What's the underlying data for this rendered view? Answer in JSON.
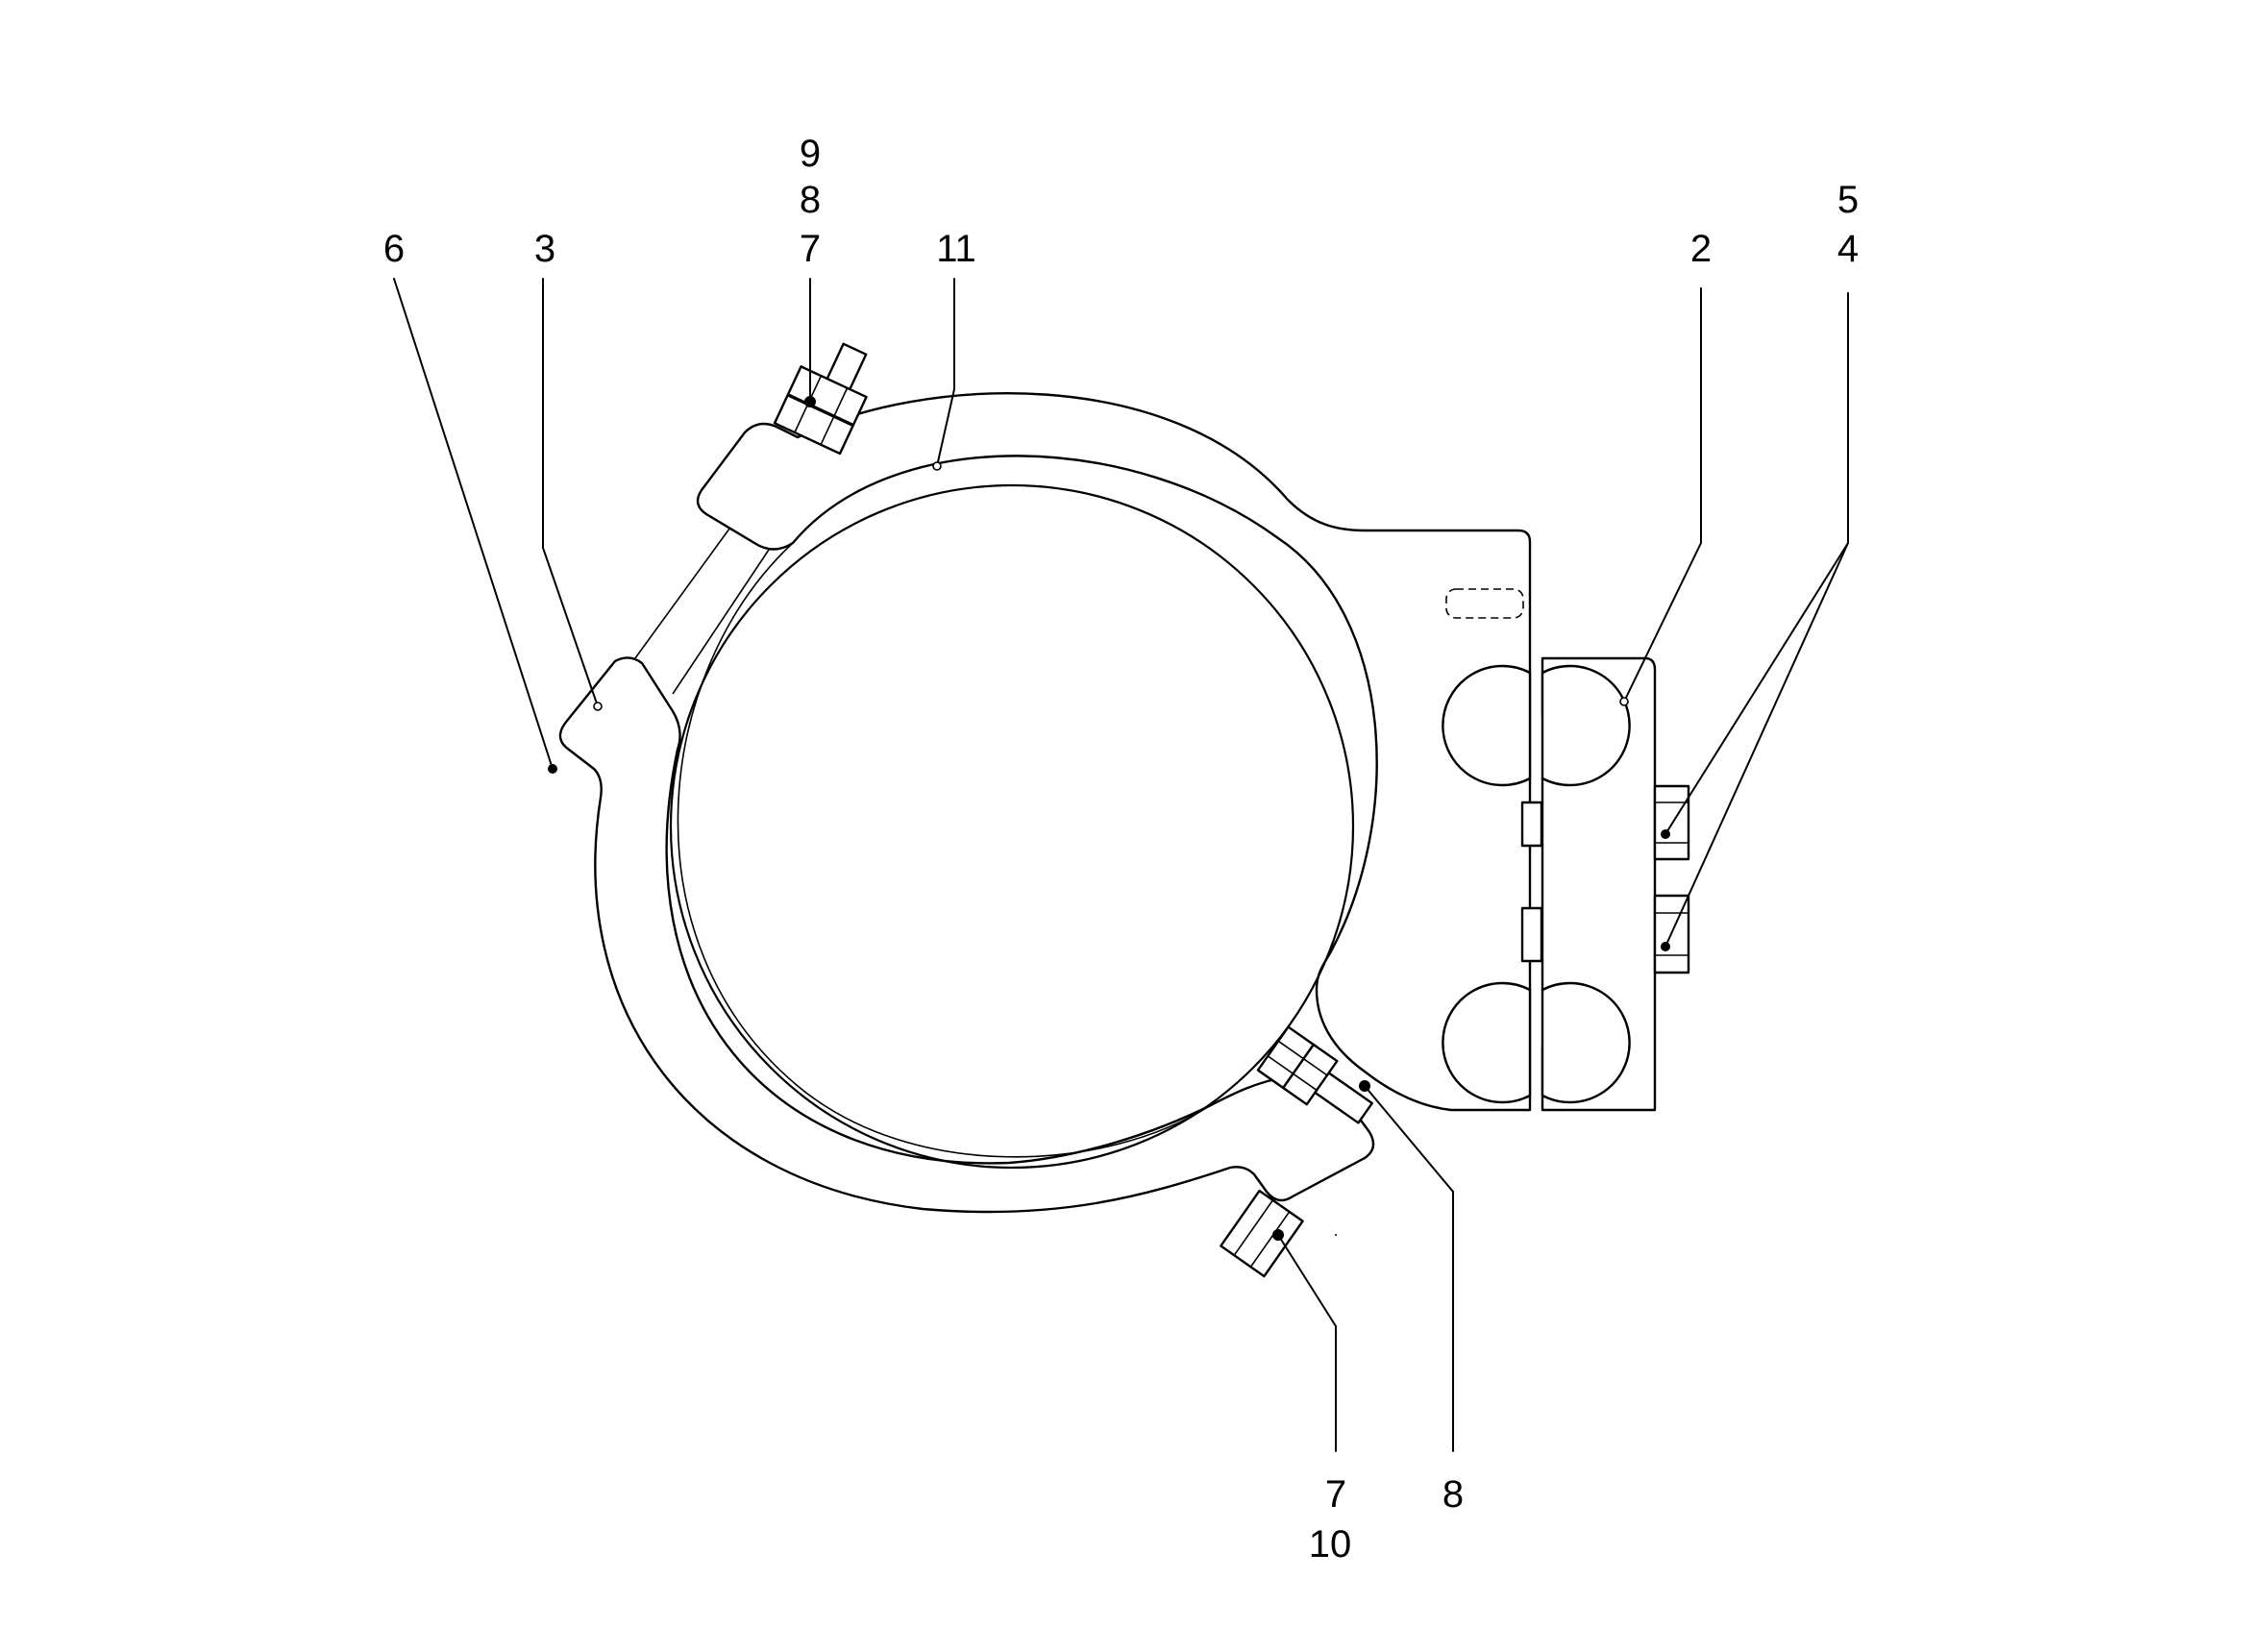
{
  "labels": {
    "p9": "9",
    "p8_top": "8",
    "p7_top": "7",
    "p11": "11",
    "p6": "6",
    "p3": "3",
    "p2": "2",
    "p5": "5",
    "p4": "4",
    "p7_bottom": "7",
    "p10": "10",
    "p8_bottom": "8"
  }
}
